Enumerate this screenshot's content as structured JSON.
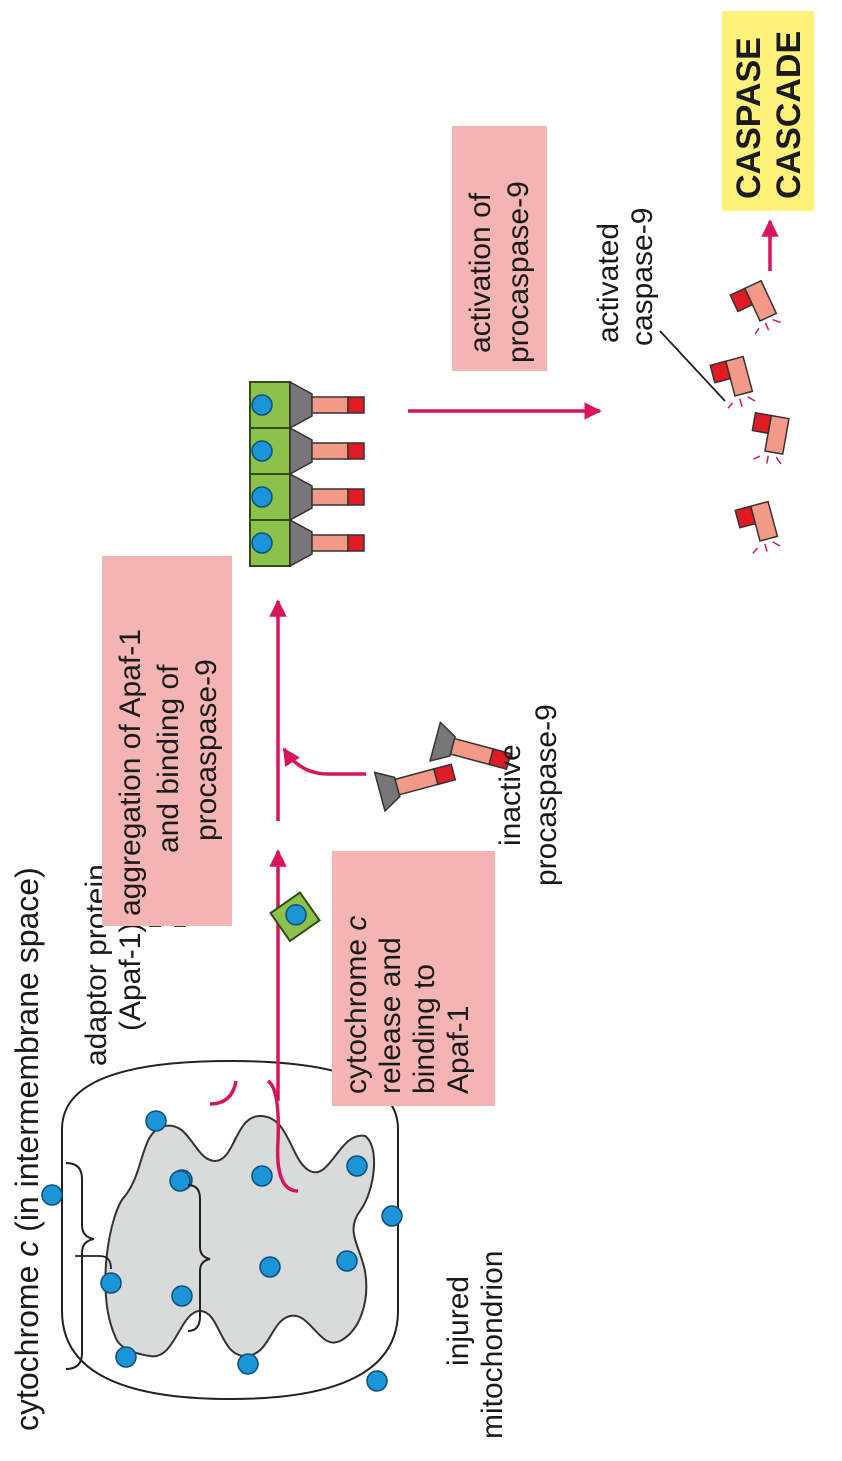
{
  "labels": {
    "cytochrome_c_prefix": "cytochrome ",
    "cytochrome_c_italic": "c",
    "cytochrome_c_suffix": " (in intermembrane space)",
    "adaptor_line1": "adaptor protein",
    "adaptor_line2": "(Apaf-1)",
    "injured_line1": "injured",
    "injured_line2": "mitochondrion",
    "inactive_line1": "inactive",
    "inactive_line2": "procaspase-9",
    "activated_line1": "activated",
    "activated_line2": "caspase-9"
  },
  "steps": {
    "release_line1_prefix": "cytochrome ",
    "release_line1_italic": "c",
    "release_line2": "release and",
    "release_line3": "binding to",
    "release_line4": "Apaf-1",
    "aggregation_line1": "aggregation of Apaf-1",
    "aggregation_line2": "and binding of",
    "aggregation_line3": "procaspase-9",
    "activation_line1": "activation of",
    "activation_line2": "procaspase-9"
  },
  "result": {
    "line1": "CASPASE",
    "line2": "CASCADE"
  },
  "colors": {
    "arrow": "#d8145f",
    "step_box": "#f4b4b3",
    "result_box": "#fff27a",
    "cytochrome_c": "#1c94d8",
    "apaf1": "#8cc14a",
    "procaspase_body": "#f29a87",
    "procaspase_tip": "#e01b24"
  }
}
